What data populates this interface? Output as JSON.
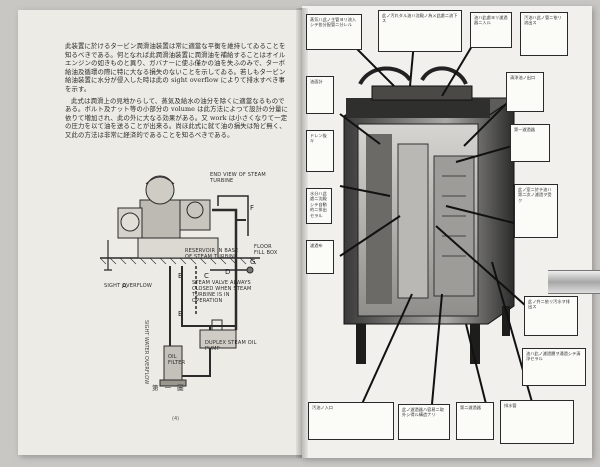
{
  "left_page": {
    "paragraphs": [
      "此装置に於けるタービン潤滑油装置は常に適當な平衡を維持してゐることを知るべきである。何となれば此潤滑油装置に潤滑油を補給することはオイルエンジンの如きものと異り、ガバナーに使ふ僅かの油を失ふのみで、ターボ給油及循環の際に特に大なる損失のないことを示してゐる。若しもタービン給油装置に水分が侵入した時は此の sight overflow によりて排水すべき事を示す。",
      "此式は潤滑上の見地からして、蒸気及給水の油分を除くに適當なるものである。ボルト及ナット等の小部分の volume は此方法によつて設計の分量に依りて増加され、此の外に大なる効果がある。又 work は小さくなりて一定の圧力を以て油を送ることが出来る。尚ほ此式に就て油の損失は殆ど無く、又此の方法は非常に経済的であることを知るべきである。"
    ],
    "diagram_labels": {
      "end_view": "END VIEW OF STEAM TURBINE",
      "reservoir": "RESERVOIR IN BASE OF STEAM TURBINE",
      "floor": "FLOOR FILL BOX",
      "sight_overflow": "SIGHT OVERFLOW",
      "steam_valve": "STEAM VALVE ALWAYS CLOSED WHEN STEAM TURBINE IS IN OPERATION",
      "duplex_pump": "DUPLEX STEAM OIL PUMP",
      "oil_filter": "OIL FILTER",
      "vertical": "SIGHT WATER OVERFLOW",
      "letters": [
        "A",
        "B",
        "C",
        "D",
        "E",
        "F",
        "G"
      ]
    },
    "caption": "第 一 圖",
    "page_number": "(4)"
  },
  "right_page": {
    "callouts": [
      "蒸気ハ此ノ主管ヨリ流入シテ各分配管ニ分レル",
      "此ノ汚れタル油ハ沈殿ノ為メ此處ニ流下ス",
      "油ハ此處ヨリ濾過器ニ入ル",
      "汚油ハ此ノ管ニ依リ流出ス",
      "清淨油ノ出口",
      "第一濾過器",
      "此ノ室ニ於テ油ハ第二次ノ濾過ヲ受ク",
      "油面計",
      "ドレン抜キ",
      "水分ハ此處ニ沈殿シテ自動的ニ排出セラル",
      "濾過布",
      "此ノ弁ニ依リ汚水ヲ排出ス",
      "油ハ此ノ濾過層ヲ通過シテ清淨セラル",
      "汚油ノ入口",
      "此ノ濾過器ハ容易ニ取外シ得ル構造ナリ",
      "第二濾過器",
      "排水管"
    ]
  }
}
